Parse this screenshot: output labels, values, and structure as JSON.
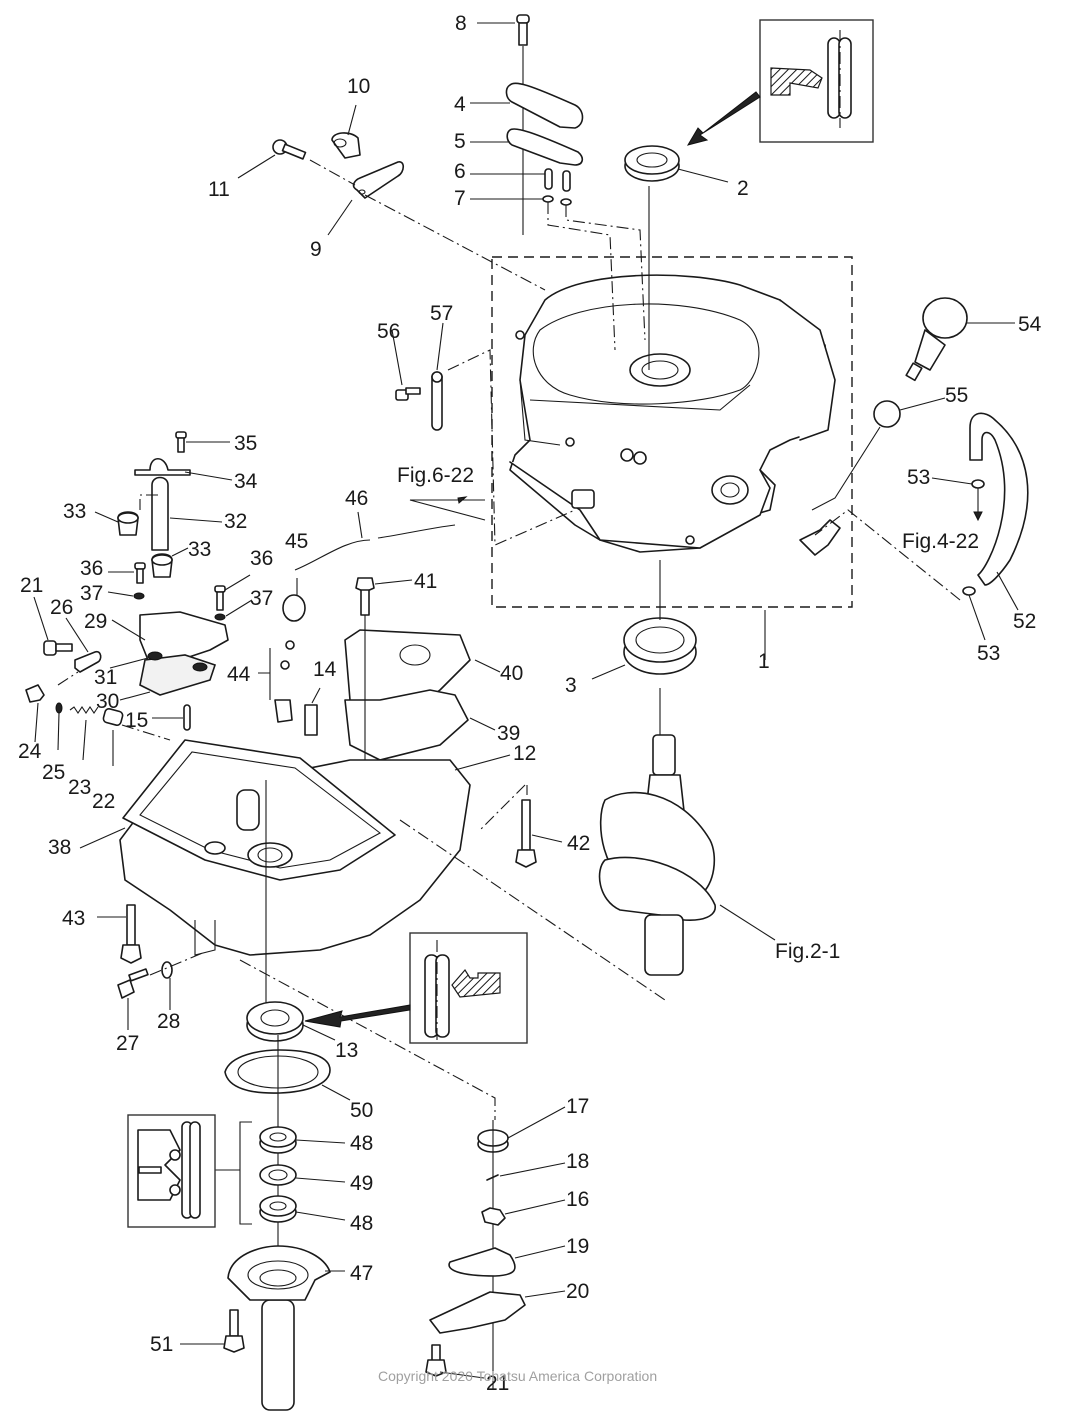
{
  "diagram": {
    "title": "Crankcase exploded parts diagram",
    "copyright": "Copyright 2020 Tohatsu America Corporation",
    "callouts": {
      "c1": "1",
      "c2": "2",
      "c3": "3",
      "c4": "4",
      "c5": "5",
      "c6": "6",
      "c7": "7",
      "c8": "8",
      "c9": "9",
      "c10": "10",
      "c11": "11",
      "c12": "12",
      "c13": "13",
      "c14": "14",
      "c15": "15",
      "c16": "16",
      "c17": "17",
      "c18": "18",
      "c19": "19",
      "c20": "20",
      "c21a": "21",
      "c21b": "21",
      "c22": "22",
      "c23": "23",
      "c24": "24",
      "c25": "25",
      "c26": "26",
      "c27": "27",
      "c28": "28",
      "c29": "29",
      "c30": "30",
      "c31": "31",
      "c32": "32",
      "c33a": "33",
      "c33b": "33",
      "c34": "34",
      "c35": "35",
      "c36a": "36",
      "c36b": "36",
      "c37a": "37",
      "c37b": "37",
      "c38": "38",
      "c39": "39",
      "c40": "40",
      "c41": "41",
      "c42": "42",
      "c43": "43",
      "c44": "44",
      "c45": "45",
      "c46": "46",
      "c47": "47",
      "c48a": "48",
      "c48b": "48",
      "c49": "49",
      "c50": "50",
      "c51": "51",
      "c52": "52",
      "c53a": "53",
      "c53b": "53",
      "c54": "54",
      "c55": "55",
      "c56": "56",
      "c57": "57"
    },
    "figure_refs": {
      "fig6": "Fig.6-22",
      "fig4": "Fig.4-22",
      "fig2": "Fig.2-1"
    }
  }
}
